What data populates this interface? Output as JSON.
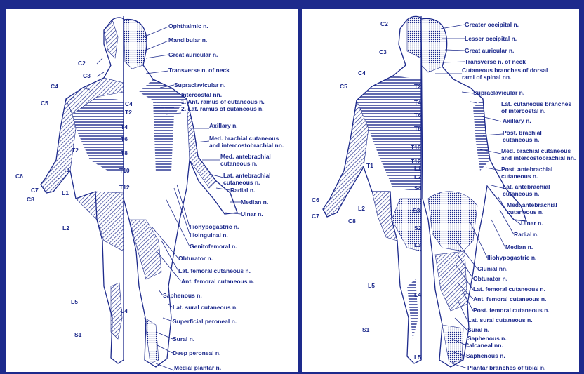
{
  "colors": {
    "ink": "#1d2a8c",
    "paper": "#ffffff",
    "frame": "#1d2a8c"
  },
  "anterior": {
    "segments": [
      "C2",
      "C3",
      "C4",
      "C5",
      "C4",
      "T2",
      "T4",
      "T6",
      "T8",
      "T10",
      "T12",
      "T2",
      "T1",
      "C6",
      "C7",
      "C8",
      "L1",
      "L2",
      "L5",
      "L4",
      "S1"
    ],
    "nerves": [
      "Ophthalmic n.",
      "Mandibular n.",
      "Great auricular n.",
      "Transverse n. of neck",
      "Supraclavicular n.",
      "Intercostal nn.",
      "1. Ant. ramus of cutaneous n.",
      "2. Lat. ramus of cutaneous n.",
      "Axillary n.",
      "Med. brachial cutaneous",
      "and intercostobrachial nn.",
      "Med. antebrachial",
      "cutaneous n.",
      "Lat. antebrachial",
      "cutaneous n.",
      "Radial n.",
      "Median n.",
      "Ulnar n.",
      "Iliohypogastric n.",
      "Ilioinguinal n.",
      "Genitofemoral n.",
      "Obturator n.",
      "Lat. femoral cutaneous n.",
      "Ant. femoral cutaneous n.",
      "Saphenous n.",
      "Lat. sural cutaneous n.",
      "Superficial peroneal n.",
      "Sural n.",
      "Deep peroneal n.",
      "Medial plantar n."
    ]
  },
  "posterior": {
    "segments": [
      "C2",
      "C3",
      "C4",
      "C5",
      "T2",
      "T4",
      "T6",
      "T8",
      "T10",
      "T12",
      "L1",
      "L2",
      "S4",
      "T1",
      "C6",
      "C7",
      "C8",
      "L2",
      "S3",
      "S2",
      "L3",
      "L5",
      "L4",
      "S1",
      "L5"
    ],
    "nerves": [
      "Greater occipital n.",
      "Lesser occipital n.",
      "Great auricular n.",
      "Transverse n. of neck",
      "Cutaneous branches of dorsal",
      "rami of spinal nn.",
      "Supraclavicular n.",
      "Lat. cutaneous branches",
      "of intercostal n.",
      "Axillary n.",
      "Post. brachial",
      "cutaneous n.",
      "Med. brachial cutaneous",
      "and intercostobrachial nn.",
      "Post. antebrachial",
      "cutaneous n.",
      "Lat. antebrachial",
      "cutaneous n.",
      "Med. antebrachial",
      "cutaneous n.",
      "Ulnar n.",
      "Radial n.",
      "Median n.",
      "Iliohypogastric n.",
      "Clunial nn.",
      "Obturator n.",
      "Lat. femoral cutaneous n.",
      "Ant. femoral cutaneous n.",
      "Post. femoral cutaneous n.",
      "Lat. sural cutaneous n.",
      "Sural n.",
      "Saphenous n.",
      "Calcaneal nn.",
      "Saphenous n.",
      "Plantar branches of tibial n."
    ]
  }
}
